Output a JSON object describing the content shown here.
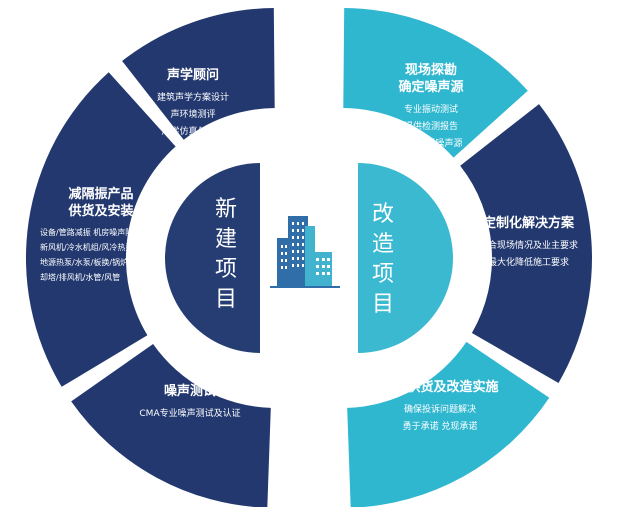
{
  "hubs": {
    "left": "新建项目",
    "right": "改造项目"
  },
  "segments": {
    "acoustic_consulting": {
      "title": "声学顾问",
      "lines": [
        "建筑声学方案设计",
        "声环境测评",
        "声学仿真与分析"
      ]
    },
    "product_supply_install": {
      "title_lines": [
        "减隔振产品",
        "供货及安装"
      ],
      "lines": [
        "设备/管路减振 机房噪声降噪",
        "新风机/冷水机组/风冷热泵/",
        "地源热泵/水泵/板换/锅炉/冷",
        "却塔/排风机/水管/风管"
      ]
    },
    "noise_testing": {
      "title": "噪声测试",
      "lines": [
        "CMA专业噪声测试及认证"
      ]
    },
    "site_survey": {
      "title_lines": [
        "现场探勘",
        "确定噪声源"
      ],
      "lines": [
        "专业振动测试",
        "提供检测报告",
        "系统分析噪声源"
      ]
    },
    "custom_solution": {
      "title": "定制化解决方案",
      "lines": [
        "结合现场情况及业主要求",
        "最大化降低施工要求"
      ]
    },
    "supply_retrofit": {
      "title": "产品供货及改造实施",
      "lines": [
        "确保投诉问题解决",
        "勇于承诺 兑现承诺"
      ]
    }
  },
  "colors": {
    "navy": "#22386f",
    "cyan": "#2fb7d0",
    "hub_navy": "#263d74",
    "hub_cyan": "#3bb9d1",
    "icon_blue": "#2f6ea8",
    "icon_cyan": "#41b3cf"
  },
  "icons": {
    "center": "city-buildings-icon"
  }
}
